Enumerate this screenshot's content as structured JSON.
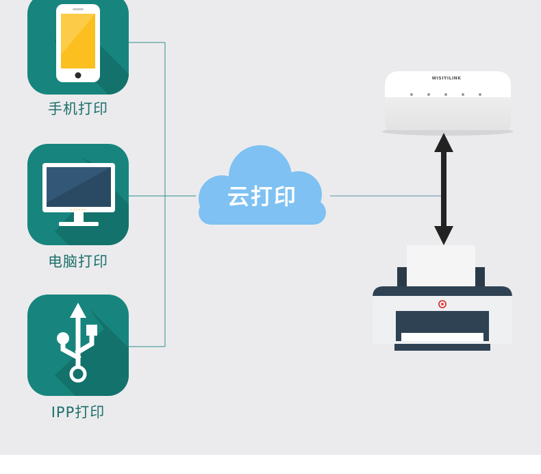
{
  "diagram": {
    "sources": [
      {
        "id": "phone",
        "label": "手机打印",
        "icon": "smartphone-icon"
      },
      {
        "id": "computer",
        "label": "电脑打印",
        "icon": "monitor-icon"
      },
      {
        "id": "ipp",
        "label": "IPP打印",
        "icon": "usb-icon"
      }
    ],
    "hub": {
      "label": "云打印",
      "icon": "cloud-icon"
    },
    "device": {
      "brand": "WISIYILINK",
      "icon": "router-box-icon"
    },
    "target": {
      "icon": "printer-icon"
    }
  },
  "colors": {
    "background": "#ebebed",
    "tile": "#17857d",
    "tile_shadow": "#10625c",
    "label_text": "#1d6f6a",
    "connector_line": "#2f8c8c",
    "cloud": "#7ec1f2",
    "arrow": "#222222",
    "phone_screen": "#fbbf1f",
    "monitor_screen": "#2a4a63"
  }
}
